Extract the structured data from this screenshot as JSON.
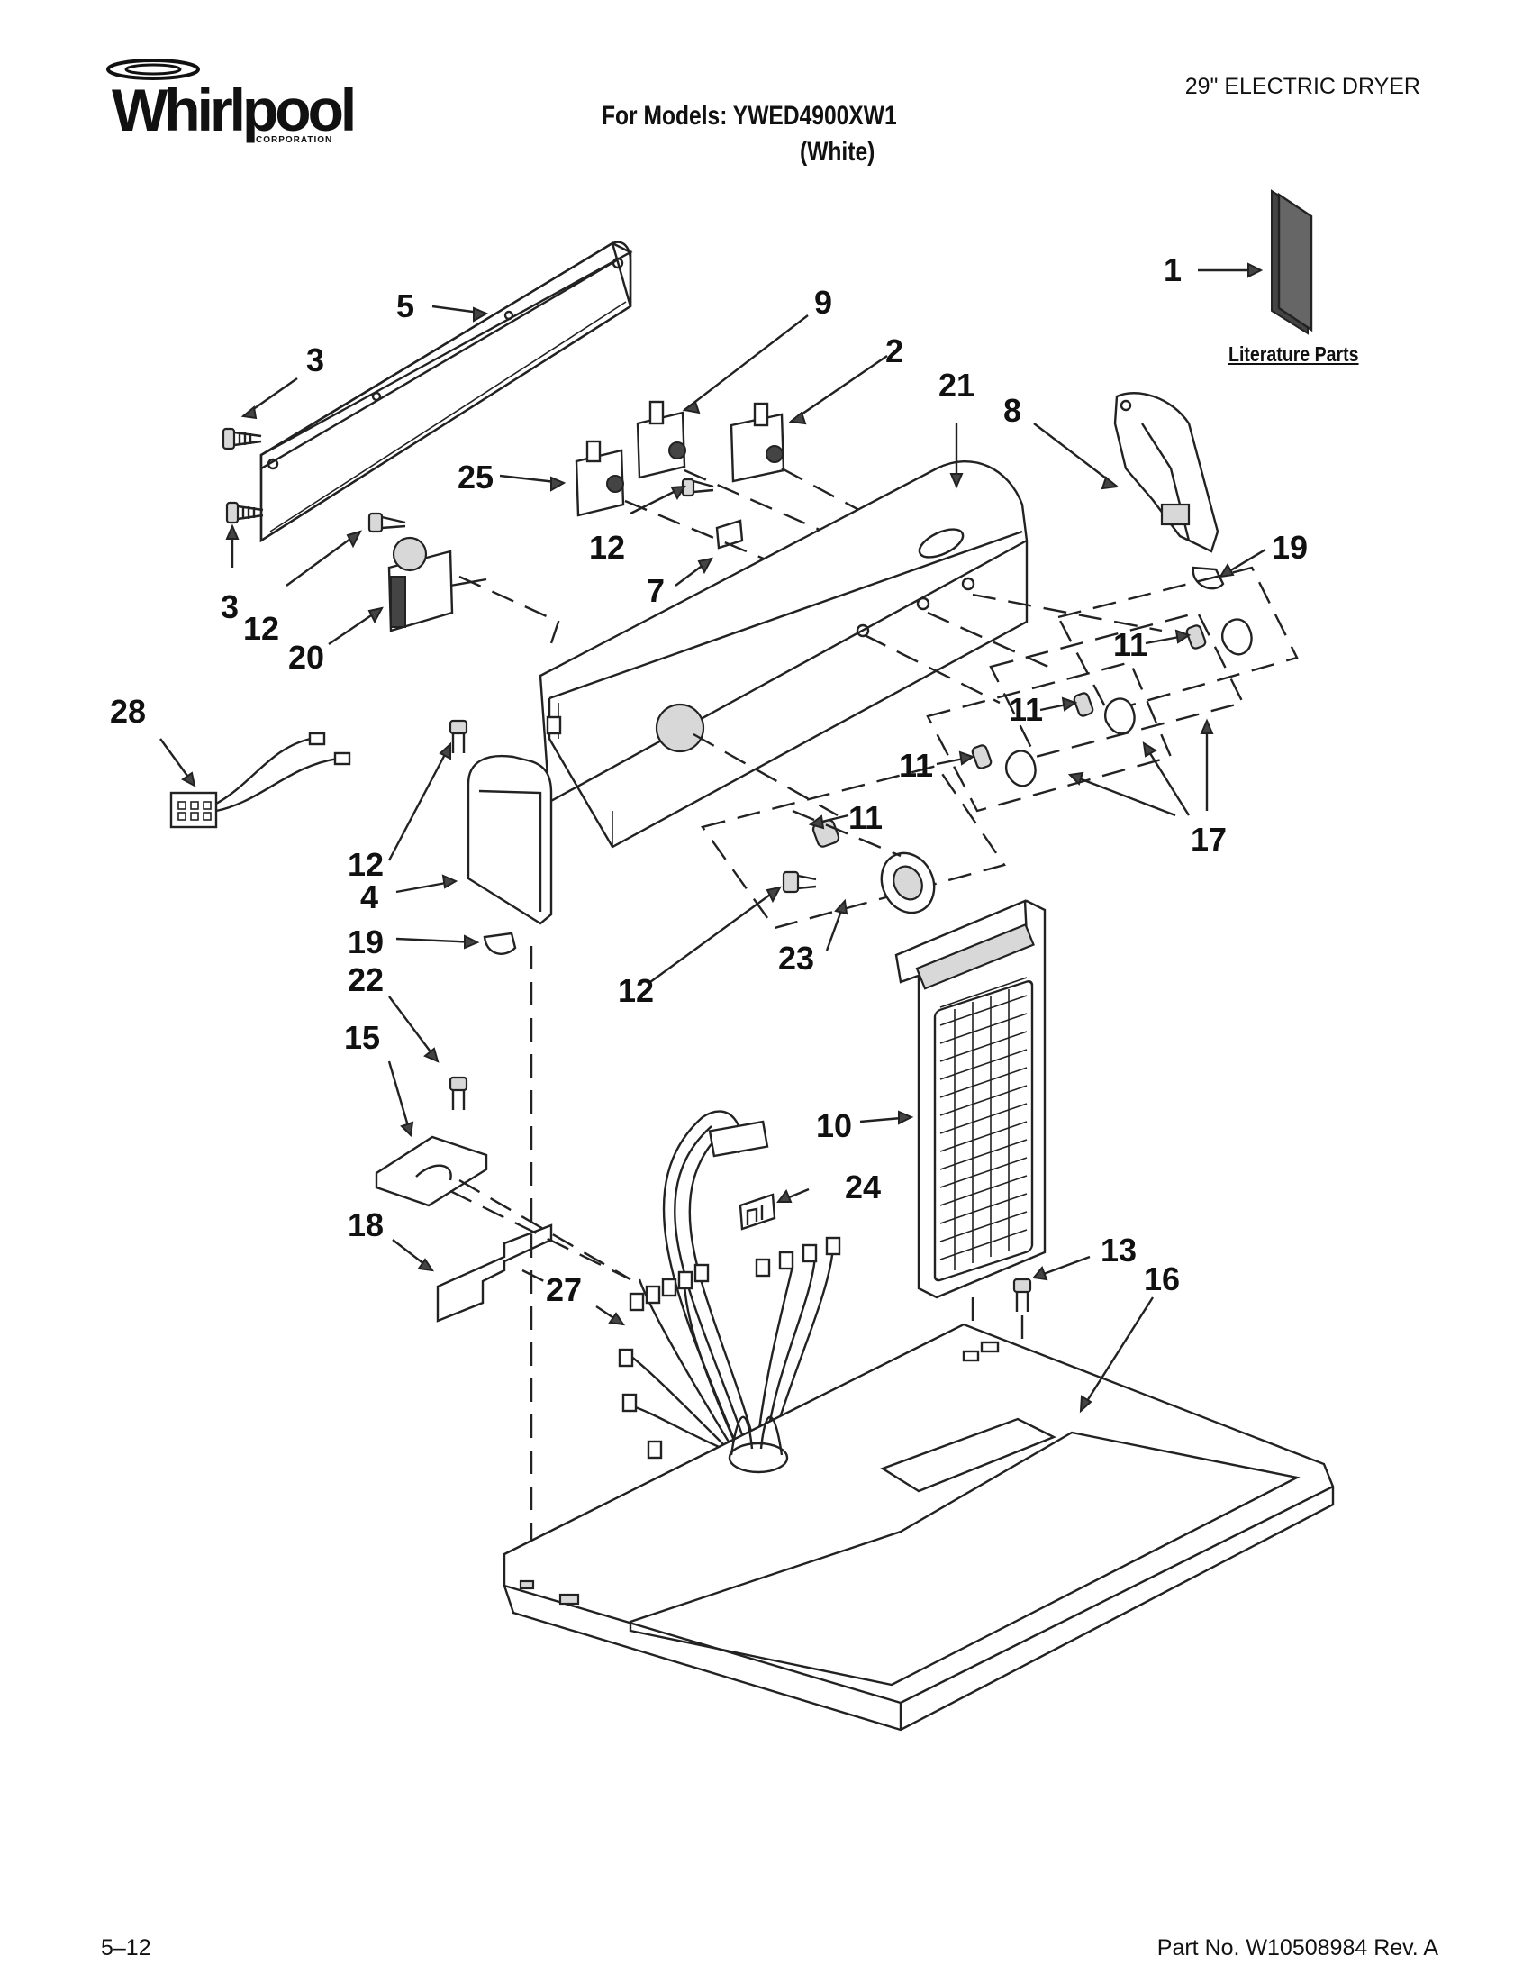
{
  "header": {
    "brand": "Whirlpool",
    "brand_sub": "CORPORATION",
    "models_line": "For Models: YWED4900XW1",
    "color_line": "(White)",
    "product_type": "29\" ELECTRIC DRYER"
  },
  "literature_label": "Literature Parts",
  "callouts": {
    "c1": "1",
    "c2": "2",
    "c3a": "3",
    "c3b": "3",
    "c4": "4",
    "c5": "5",
    "c7": "7",
    "c8": "8",
    "c9": "9",
    "c10": "10",
    "c11a": "11",
    "c11b": "11",
    "c11c": "11",
    "c11d": "11",
    "c12a": "12",
    "c12b": "12",
    "c12c": "12",
    "c12d": "12",
    "c13": "13",
    "c15": "15",
    "c16": "16",
    "c17": "17",
    "c18": "18",
    "c19a": "19",
    "c19b": "19",
    "c20": "20",
    "c21": "21",
    "c22": "22",
    "c23": "23",
    "c24": "24",
    "c25": "25",
    "c27": "27",
    "c28": "28"
  },
  "footer": {
    "page": "5–12",
    "part_number": "Part No. W10508984 Rev. A"
  }
}
